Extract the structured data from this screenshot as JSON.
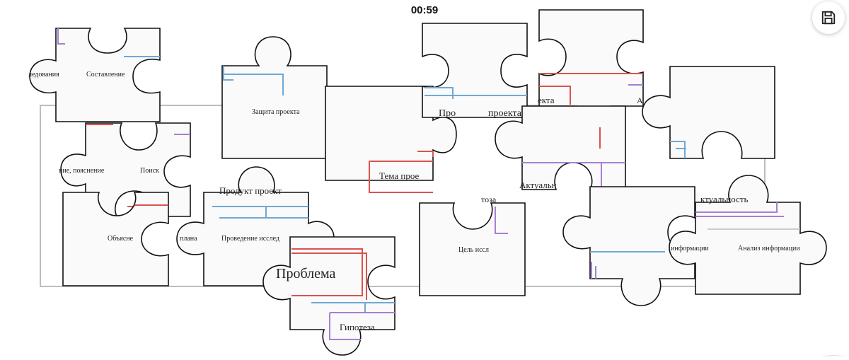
{
  "header": {
    "timer": "00:59"
  },
  "toolbar": {
    "save_icon": "save-icon"
  },
  "pieces": {
    "p1_a": "ледования",
    "p1_b": "Составление",
    "p2": "Защита проекта",
    "p3": "Про",
    "p3b": "проекта",
    "p4": "екта",
    "p5_a": "ние, пояснение",
    "p5_b": "Поиск",
    "p6": "Тема прое",
    "p7": "Актуальн",
    "p8": "Продукт проект",
    "p9_a": "Объясне",
    "p9_b": "плана",
    "p9_c": "Проведение исслед",
    "p10": "Проблема",
    "p11": "Гипотеза",
    "p12": "Цель иссл",
    "p13": "тоза",
    "p14": "ктуальность",
    "p15_a": "информации",
    "p15_b": "Анализ информации",
    "p16": "А"
  }
}
